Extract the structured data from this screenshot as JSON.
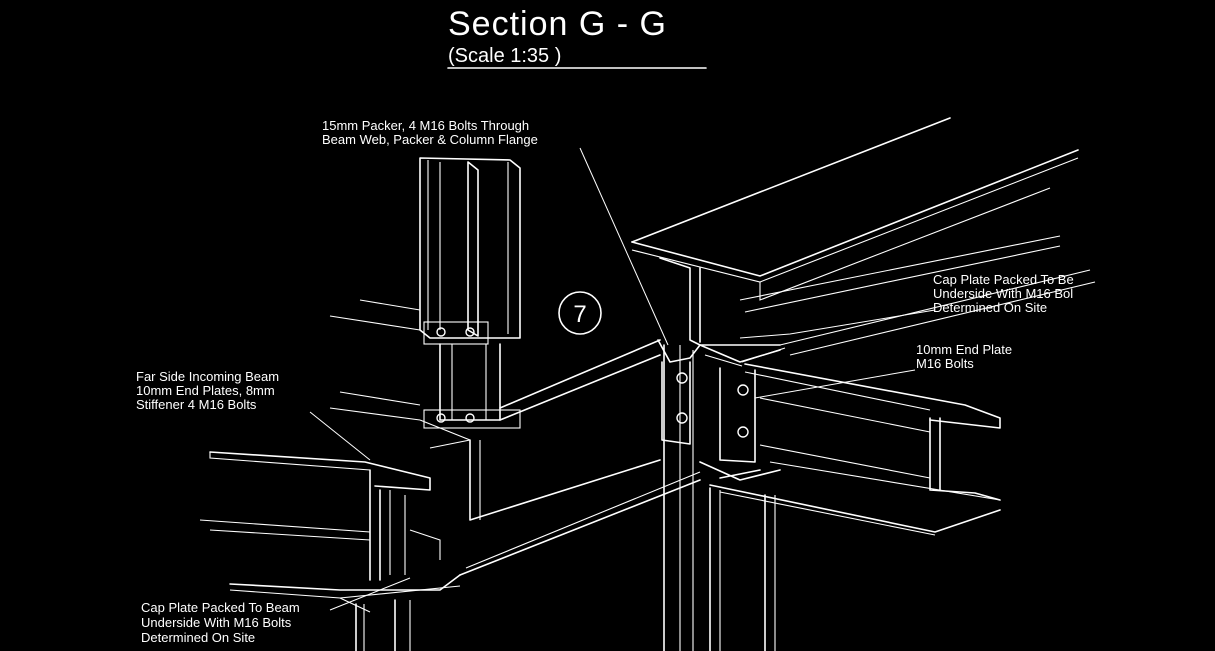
{
  "drawing": {
    "title": "Section G - G",
    "scale": "(Scale 1:35 )",
    "grid_marker": "7",
    "colors": {
      "background": "#000000",
      "linework": "#ffffff"
    }
  },
  "annotations": {
    "packer_bolts": [
      "15mm Packer, 4 M16 Bolts Through",
      "Beam Web, Packer & Column Flange"
    ],
    "cap_plate_right": [
      "Cap Plate Packed To Be",
      "Underside With M16 Bol",
      "Determined On Site"
    ],
    "end_plate": [
      "10mm End Plate",
      "M16 Bolts"
    ],
    "far_side_beam": [
      "Far Side Incoming Beam",
      "10mm End Plates, 8mm",
      "Stiffener 4 M16 Bolts"
    ],
    "cap_plate_left": [
      "Cap Plate Packed To Beam",
      "Underside With M16 Bolts",
      "Determined On Site"
    ]
  }
}
